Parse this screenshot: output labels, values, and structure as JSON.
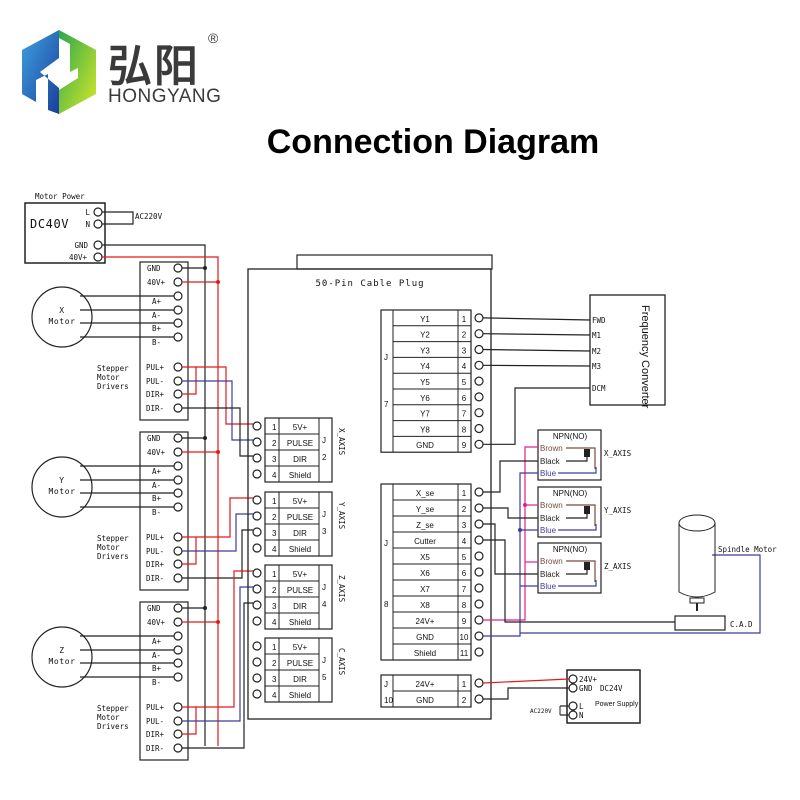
{
  "brand": {
    "logo_icon": "hexagon-logo-icon",
    "name_cn": "弘阳",
    "name_en": "HONGYANG",
    "registered_mark": "®",
    "colors": {
      "blue": "#1e6fc0",
      "green": "#6cc02a",
      "text": "#3a3a3a"
    }
  },
  "title": "Connection Diagram",
  "wire_colors": {
    "power_red": "#e01b1b",
    "signal_blue": "#3c3ca0",
    "ground_black": "#222222",
    "sensor_pink": "#e0208a"
  },
  "motor_power": {
    "caption": "Motor Power",
    "label": "DC40V",
    "terminals": [
      "L",
      "N",
      "GND",
      "40V+"
    ],
    "ac_label": "AC220V"
  },
  "drivers": [
    {
      "motor": "X",
      "motor_label": "Motor",
      "caption": [
        "Stepper",
        "Motor",
        "Drivers"
      ]
    },
    {
      "motor": "Y",
      "motor_label": "Motor",
      "caption": [
        "Stepper",
        "Motor",
        "Drivers"
      ]
    },
    {
      "motor": "Z",
      "motor_label": "Motor",
      "caption": [
        "Stepper",
        "Motor",
        "Drivers"
      ]
    }
  ],
  "driver_terminals_power": [
    "GND",
    "40V+"
  ],
  "driver_terminals_motor": [
    "A+",
    "A-",
    "B+",
    "B-"
  ],
  "driver_terminals_signal": [
    "PUL+",
    "PUL-",
    "DIR+",
    "DIR-"
  ],
  "board": {
    "title": "50-Pin Cable Plug",
    "axis_connectors": [
      {
        "name": "X_AXIS",
        "j": "J",
        "num": "2",
        "pins": [
          "5V+",
          "PULSE",
          "DIR",
          "Shield"
        ]
      },
      {
        "name": "Y_AXIS",
        "j": "J",
        "num": "3",
        "pins": [
          "5V+",
          "PULSE",
          "DIR",
          "Shield"
        ]
      },
      {
        "name": "Z_AXIS",
        "j": "J",
        "num": "4",
        "pins": [
          "5V+",
          "PULSE",
          "DIR",
          "Shield"
        ]
      },
      {
        "name": "C_AXIS",
        "j": "J",
        "num": "5",
        "pins": [
          "5V+",
          "PULSE",
          "DIR",
          "Shield"
        ]
      }
    ],
    "j7": {
      "j": "J",
      "num": "7",
      "pins": [
        "Y1",
        "Y2",
        "Y3",
        "Y4",
        "Y5",
        "Y6",
        "Y7",
        "Y8",
        "GND"
      ]
    },
    "j8": {
      "j": "J",
      "num": "8",
      "pins": [
        "X_se",
        "Y_se",
        "Z_se",
        "Cutter",
        "X5",
        "X6",
        "X7",
        "X8",
        "24V+",
        "GND",
        "Shield"
      ]
    },
    "j10": {
      "j": "J",
      "num": "10",
      "pins": [
        "24V+",
        "GND"
      ]
    }
  },
  "frequency_converter": {
    "label": "Frequency Converter",
    "terminals": [
      "FWD",
      "M1",
      "M2",
      "M3",
      "DCM"
    ]
  },
  "sensors": [
    {
      "type": "NPN(NO)",
      "axis": "X_AXIS",
      "wires": [
        "Brown",
        "Black",
        "Blue"
      ]
    },
    {
      "type": "NPN(NO)",
      "axis": "Y_AXIS",
      "wires": [
        "Brown",
        "Black",
        "Blue"
      ]
    },
    {
      "type": "NPN(NO)",
      "axis": "Z_AXIS",
      "wires": [
        "Brown",
        "Black",
        "Blue"
      ]
    }
  ],
  "spindle": {
    "label": "Spindle Motor",
    "tool_setter": "C.A.D"
  },
  "psu24": {
    "terminals": [
      "24V+",
      "GND",
      "L",
      "N"
    ],
    "label": "DC24V",
    "sublabel": "Power Supply",
    "ac_label": "AC220V"
  }
}
